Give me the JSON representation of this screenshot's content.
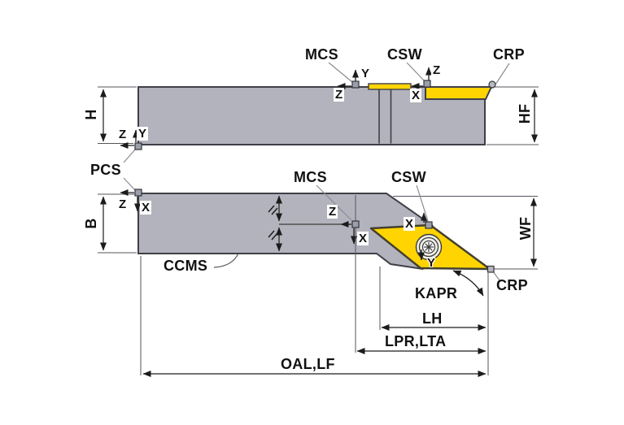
{
  "points": {
    "mcs": "MCS",
    "csw": "CSW",
    "crp": "CRP",
    "pcs": "PCS",
    "ccms": "CCMS"
  },
  "axes": {
    "x": "X",
    "y": "Y",
    "z": "Z"
  },
  "dims": {
    "h": "H",
    "hf": "HF",
    "b": "B",
    "wf": "WF",
    "kapr": "KAPR",
    "lh": "LH",
    "lpr_lta": "LPR,LTA",
    "oal_lf": "OAL,LF"
  },
  "colors": {
    "shank_gray": "#b3b3bd",
    "outline": "#3f3f47",
    "insert_yellow": "#ffd400",
    "dim_line": "#1c1c1c",
    "extension_line": "#55555d",
    "leader_gray": "#8b8b93"
  }
}
